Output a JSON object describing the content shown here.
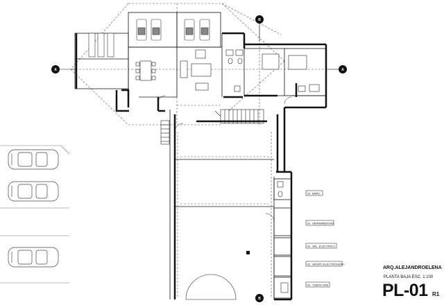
{
  "drawing": {
    "architect": "ARQ.ALEJANDROELENA",
    "sheet_subtitle": "PLANTA BAJA ESC. 1:100",
    "sheet_code": "PL-01",
    "revision": "R1"
  },
  "sections": [
    "A",
    "A",
    "B",
    "B"
  ],
  "room_labels": [
    {
      "number": "03",
      "name": "BAÑO"
    },
    {
      "number": "03",
      "name": "HERRAMIENTAS"
    },
    {
      "number": "03",
      "name": "SAL. ELECTRICO"
    },
    {
      "number": "03",
      "name": "GRUPO ELECTRÓGENO"
    },
    {
      "number": "03",
      "name": "TUBOS GAS"
    }
  ],
  "colors": {
    "line": "#111111",
    "dash": "#555555",
    "marker": "#111111",
    "paper": "#ffffff"
  }
}
